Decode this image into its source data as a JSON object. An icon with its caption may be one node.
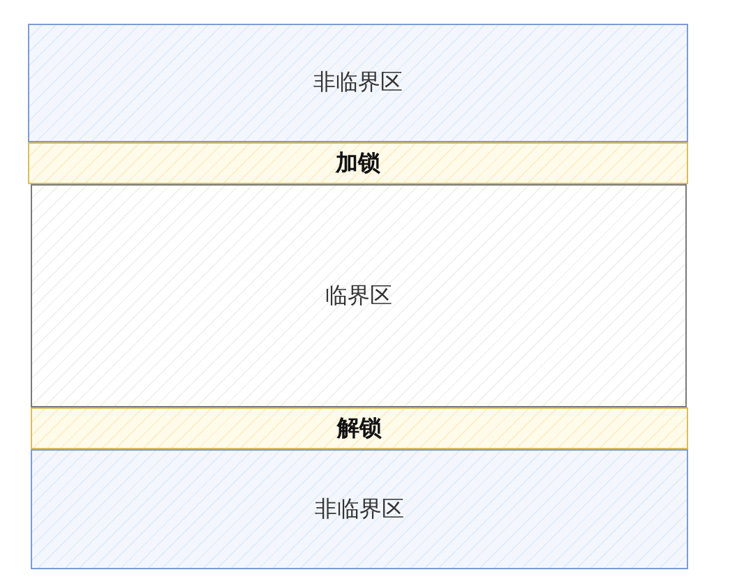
{
  "diagram": {
    "nodes": [
      {
        "text": [
          "非临界区"
        ]
      },
      {
        "text": [
          "加锁"
        ]
      },
      {
        "text": [
          "临界区"
        ]
      },
      {
        "text": [
          "解锁"
        ]
      },
      {
        "text": [
          "非临界区"
        ]
      }
    ]
  }
}
